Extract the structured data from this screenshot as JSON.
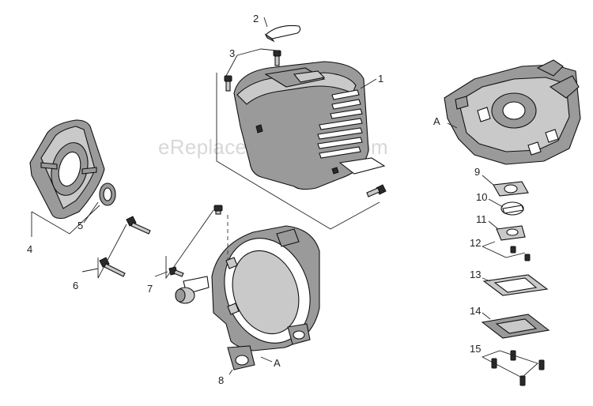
{
  "watermark": "eReplacementParts.com",
  "callouts": {
    "c1": "1",
    "c2": "2",
    "c3": "3",
    "c4": "4",
    "c5": "5",
    "c6": "6",
    "c7": "7",
    "c8": "8",
    "c9": "9",
    "c10": "10",
    "c11": "11",
    "c12": "12",
    "c13": "13",
    "c14": "14",
    "c15": "15",
    "a_top": "A",
    "a_bottom": "A"
  }
}
